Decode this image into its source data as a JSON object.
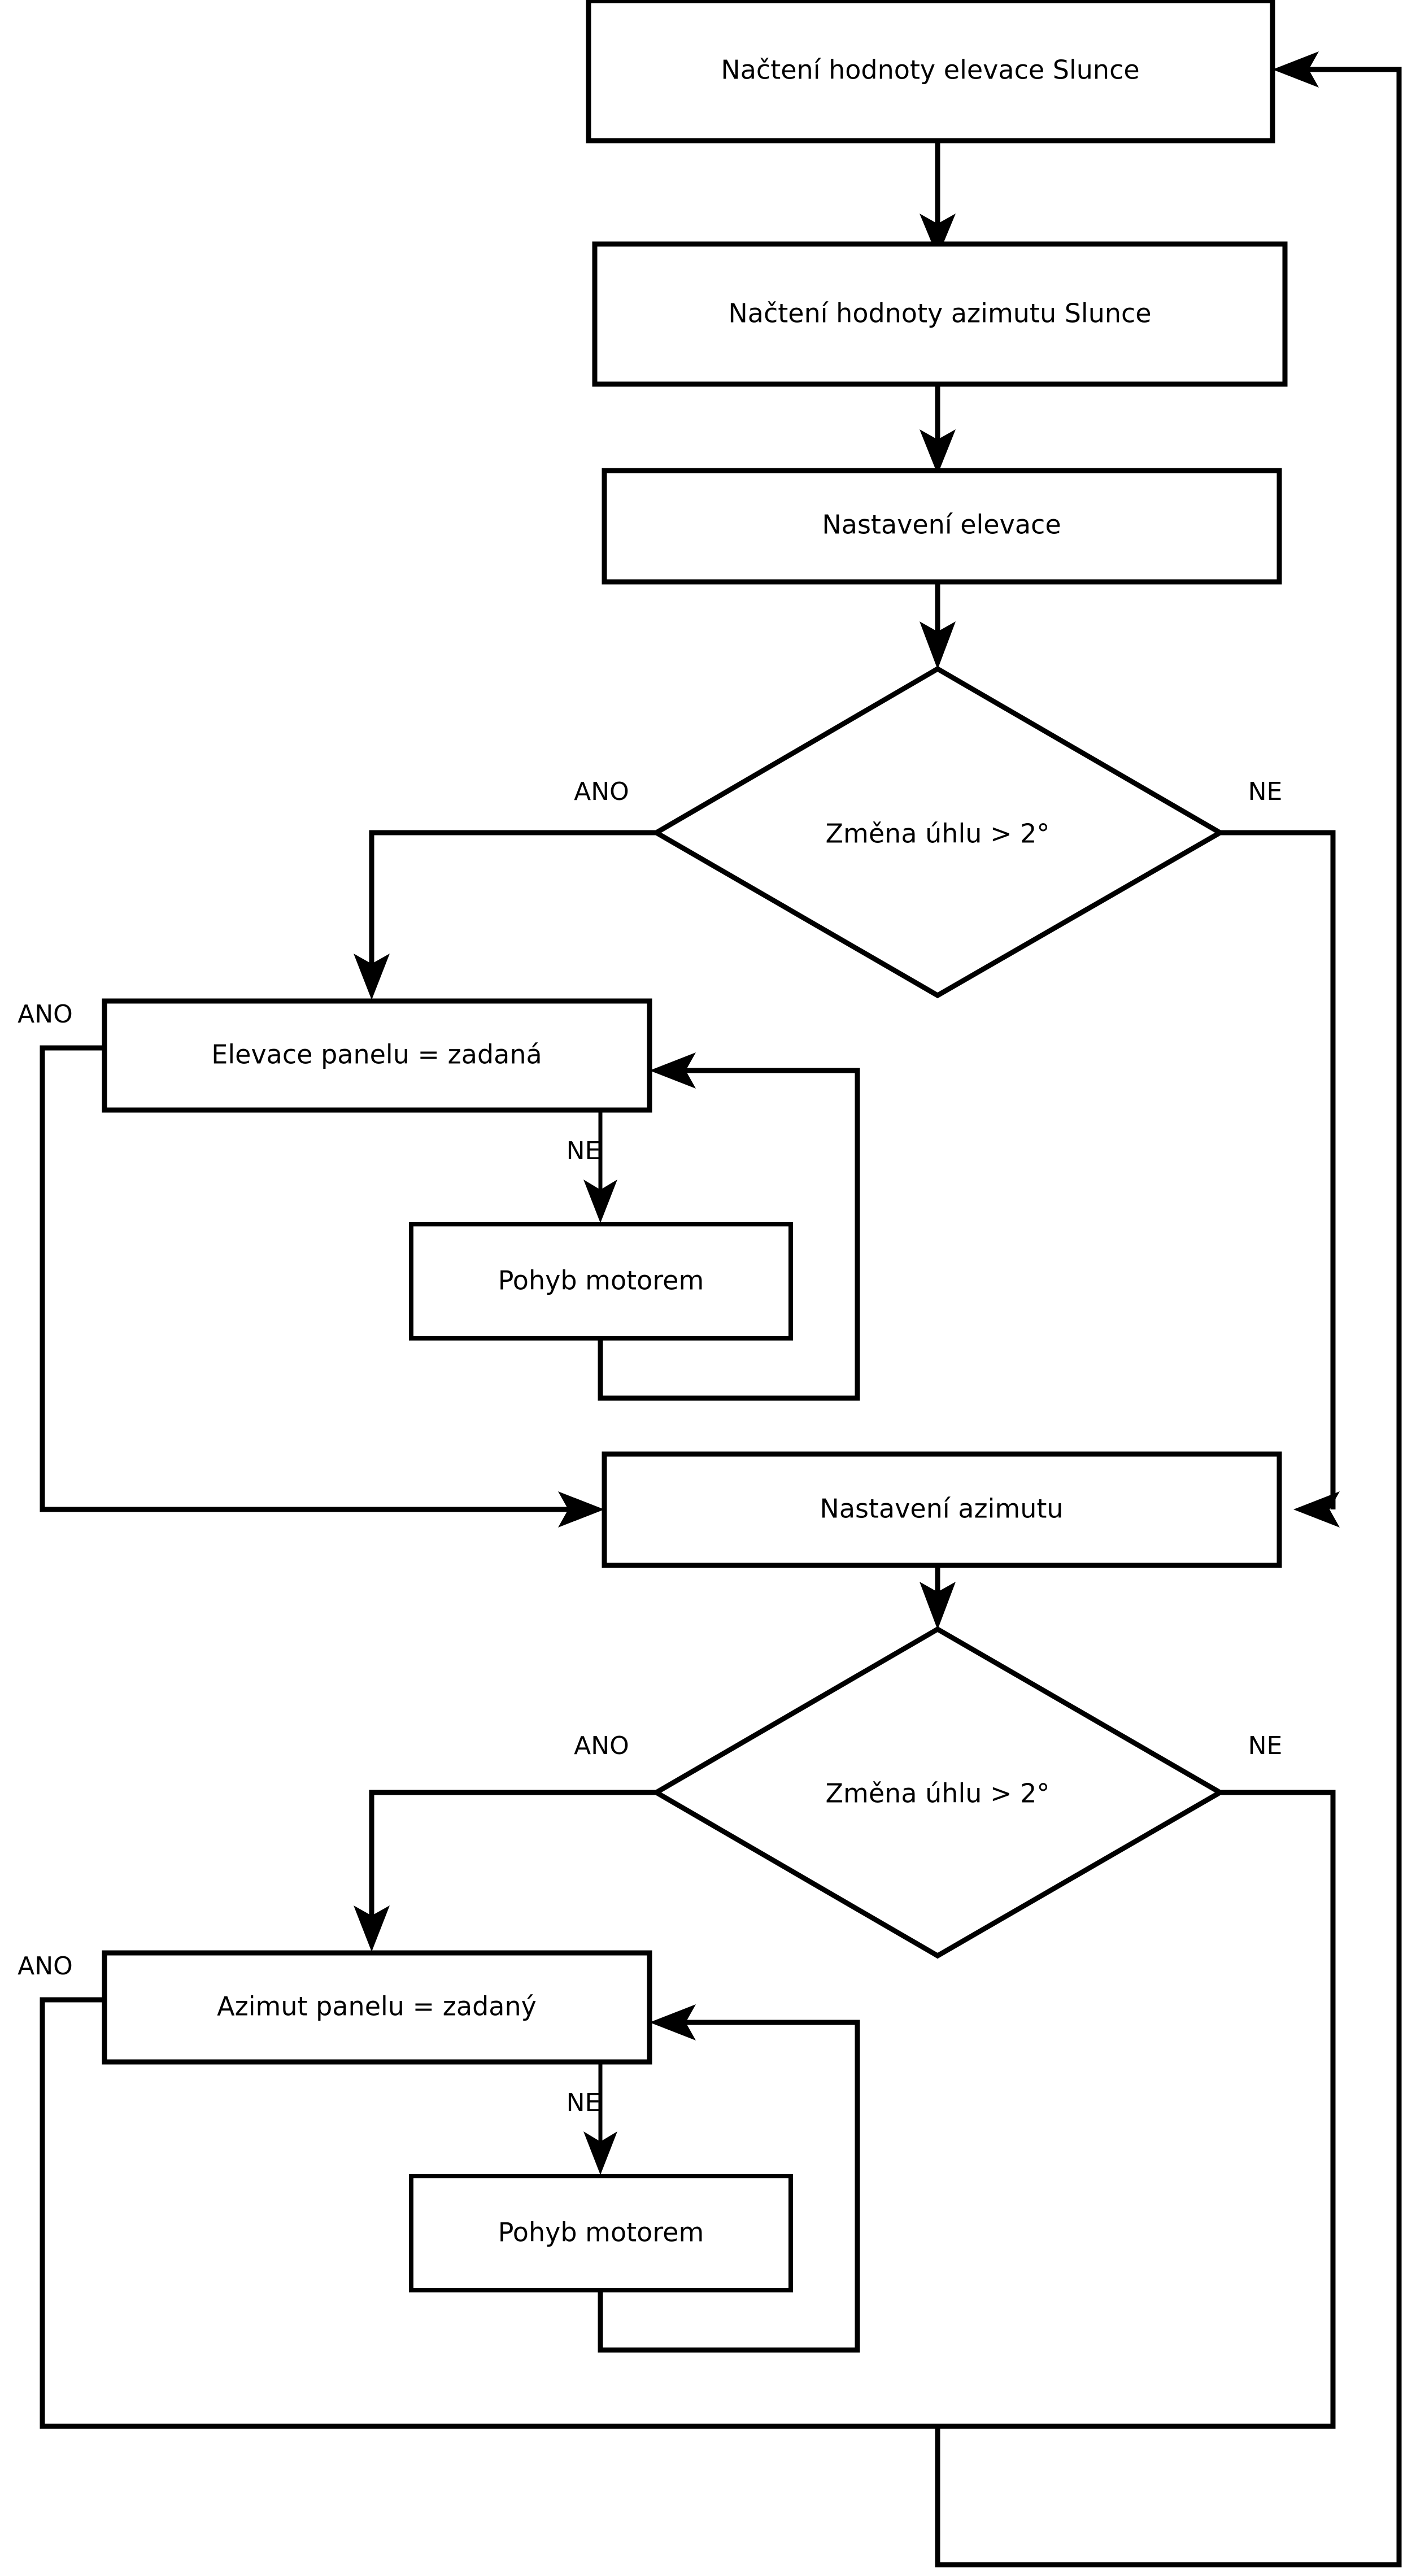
{
  "diagram": {
    "title": "Solar panel tracking control flowchart",
    "language": "cs",
    "background_color": "#ffffff",
    "line_color": "#000000",
    "fill_color": "#ffffff"
  },
  "nodes": {
    "read_elevation": {
      "label": "Načtení hodnoty elevace Slunce",
      "shape": "process"
    },
    "read_azimuth": {
      "label": "Načtení hodnoty azimutu Slunce",
      "shape": "process"
    },
    "set_elevation": {
      "label": "Nastavení elevace",
      "shape": "process"
    },
    "decision_elevation": {
      "label": "Změna úhlu > 2°",
      "shape": "decision"
    },
    "panel_elevation_check": {
      "label": "Elevace panelu = zadaná",
      "shape": "process"
    },
    "motor_move_elevation": {
      "label": "Pohyb motorem",
      "shape": "process"
    },
    "set_azimuth": {
      "label": "Nastavení azimutu",
      "shape": "process"
    },
    "decision_azimuth": {
      "label": "Změna úhlu > 2°",
      "shape": "decision"
    },
    "panel_azimuth_check": {
      "label": "Azimut panelu = zadaný",
      "shape": "process"
    },
    "motor_move_azimuth": {
      "label": "Pohyb motorem",
      "shape": "process"
    }
  },
  "edge_labels": {
    "elev_decision_yes": "ANO",
    "elev_decision_no": "NE",
    "elev_panel_yes": "ANO",
    "elev_panel_no": "NE",
    "azim_decision_yes": "ANO",
    "azim_decision_no": "NE",
    "azim_panel_yes": "ANO",
    "azim_panel_no": "NE"
  }
}
